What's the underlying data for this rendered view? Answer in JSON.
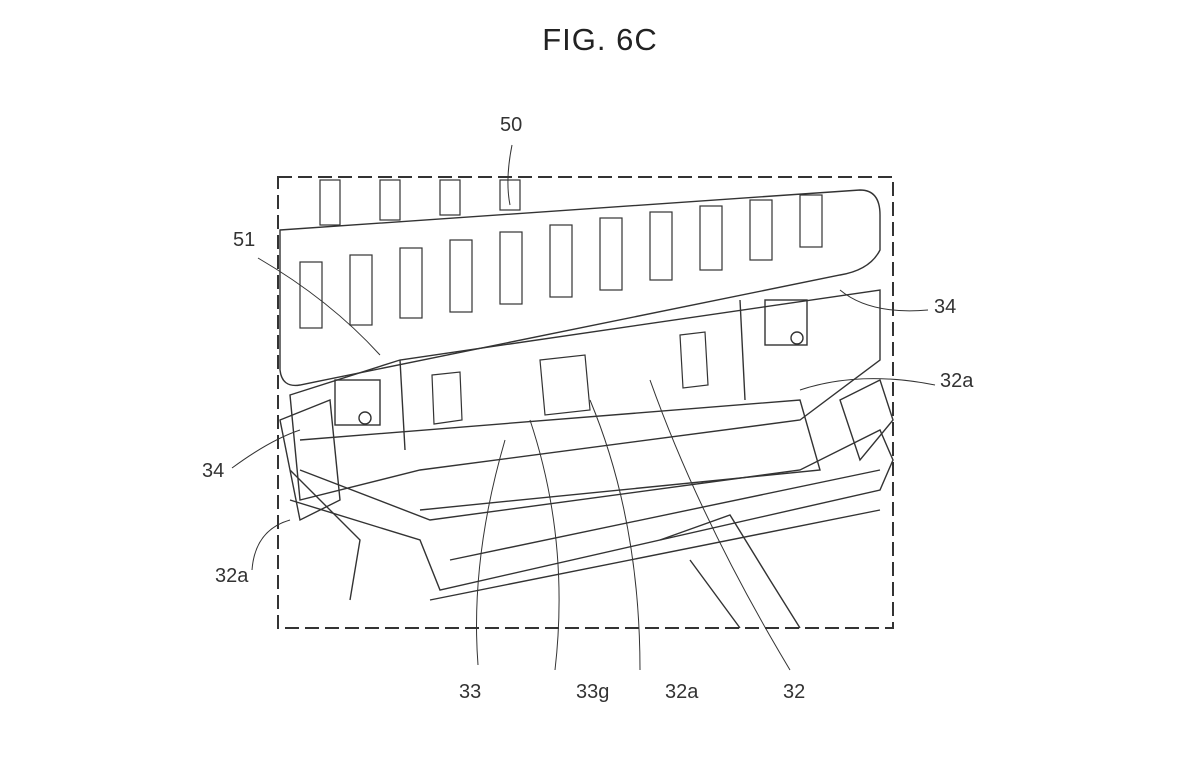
{
  "figure": {
    "title": "FIG. 6C",
    "labels": {
      "l50": "50",
      "l51": "51",
      "l34_right": "34",
      "l32a_right": "32a",
      "l34_left": "34",
      "l32a_left": "32a",
      "l33": "33",
      "l33g": "33g",
      "l32a_bottom": "32a",
      "l32": "32"
    }
  }
}
